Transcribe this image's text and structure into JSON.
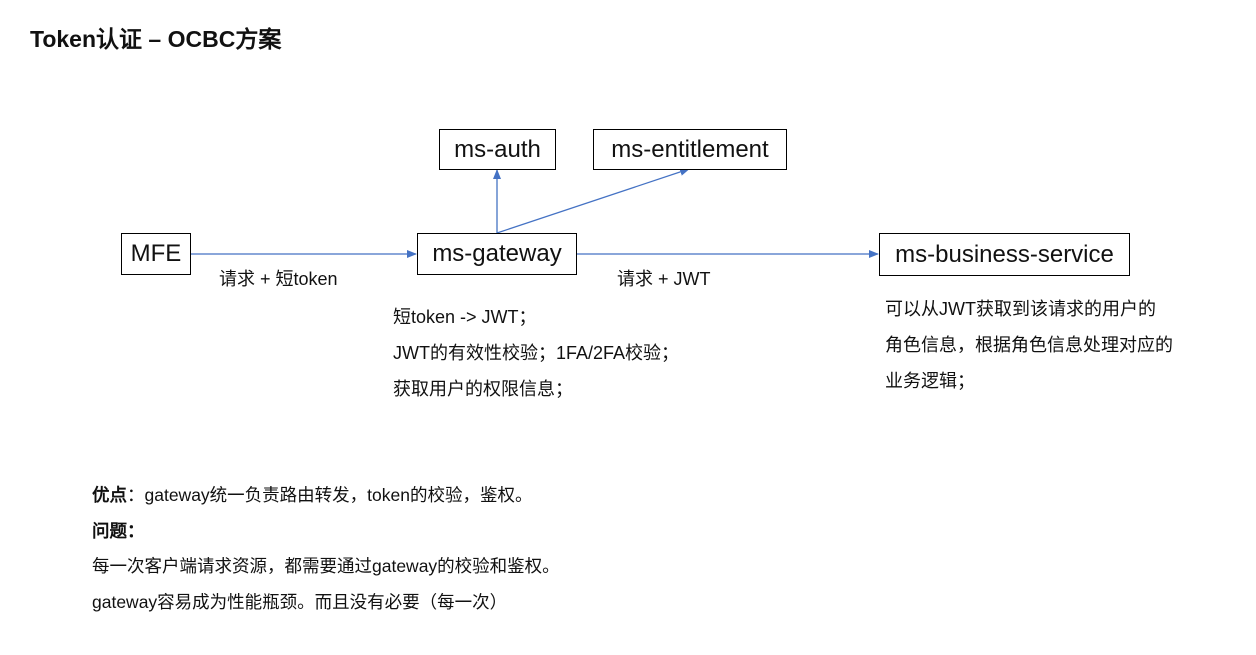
{
  "title": "Token认证 – OCBC方案",
  "nodes": {
    "mfe": "MFE",
    "gateway": "ms-gateway",
    "auth": "ms-auth",
    "entitlement": "ms-entitlement",
    "business": "ms-business-service"
  },
  "edges": {
    "mfe_to_gateway": "请求 + 短token",
    "gateway_to_business": "请求 + JWT"
  },
  "gateway_notes": [
    "短token -> JWT；",
    "JWT的有效性校验；1FA/2FA校验；",
    "获取用户的权限信息；"
  ],
  "business_notes": [
    "可以从JWT获取到该请求的用户的",
    "角色信息，根据角色信息处理对应的",
    "业务逻辑；"
  ],
  "summary": {
    "pros_label": "优点",
    "pros_text": "：gateway统一负责路由转发，token的校验，鉴权。",
    "issues_label": "问题：",
    "issues": [
      "每一次客户端请求资源，都需要通过gateway的校验和鉴权。",
      "gateway容易成为性能瓶颈。而且没有必要（每一次）"
    ]
  },
  "colors": {
    "arrow": "#4472c4"
  }
}
